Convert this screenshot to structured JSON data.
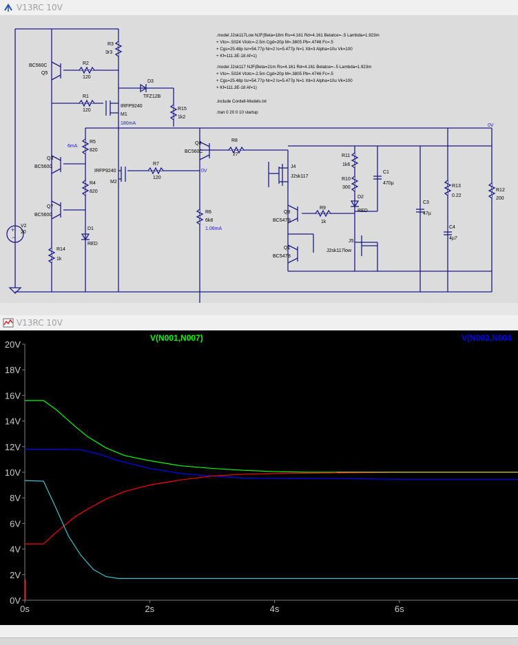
{
  "schematic_window": {
    "title": "V13RC 10V"
  },
  "plot_window": {
    "title": "V13RC 10V"
  },
  "schematic": {
    "spice_models": [
      ".model J2sk117Low NJF(Beta=18m Rs=4.161 Rd=4.161 Betatce=-.5 Lambda=1.923m",
      "+ Vto=-.5024 Vtotc=-2.5m Cgd=20p M=.3805 Pb=.4746 Fc=.5",
      "+ Cgs=25.48p Isr=54.77p Nr=2 Is=5.477p N=1 Xti=3 Alpha=10u Vk=100",
      "+ Kf=111.3E-18 Af=1)",
      ".model J2sk117 NJF(Beta=21m Rs=4.161 Rd=4.161 Betatce=-.5 Lambda=1.923m",
      "+ Vto=-.5024 Vtotc=-2.5m Cgd=20p M=.3805 Pb=.4746 Fc=.5",
      "+ Cgs=25.48p Isr=54.77p Nr=2 Is=5.477p N=1 Xti=3 Alpha=10u Vk=100",
      "+ Kf=111.3E-18 Af=1)"
    ],
    "include_directive": ".include Cordell-Models.txt",
    "tran_directive": ".tran 0 20 0 10 startup",
    "components": {
      "R3": {
        "name": "R3",
        "value": "3r3"
      },
      "Q5": {
        "name": "Q5",
        "value": "BC560C"
      },
      "R2": {
        "name": "R2",
        "value": "120"
      },
      "D3": {
        "name": "D3",
        "value": "TFZ12B"
      },
      "R1": {
        "name": "R1",
        "value": "120"
      },
      "M1": {
        "name": "M1",
        "value": "IRFP9240"
      },
      "R15": {
        "name": "R15",
        "value": "1k2"
      },
      "Q3": {
        "name": "Q3",
        "value": "BC560C"
      },
      "R5": {
        "name": "R5",
        "value": "820"
      },
      "R4": {
        "name": "R4",
        "value": "820"
      },
      "Q7": {
        "name": "Q7",
        "value": "BC560C"
      },
      "D1": {
        "name": "D1",
        "value": "RED"
      },
      "R14": {
        "name": "R14",
        "value": "1k"
      },
      "V2": {
        "name": "V2",
        "value": "20"
      },
      "M2": {
        "name": "M2",
        "value": "IRFP9240"
      },
      "R7": {
        "name": "R7",
        "value": "120"
      },
      "Q8": {
        "name": "Q8",
        "value": "BC560C"
      },
      "R8": {
        "name": "R8",
        "value": "27"
      },
      "R6": {
        "name": "R6",
        "value": "6k8"
      },
      "J4": {
        "name": "J4",
        "value": "J2sk117"
      },
      "R11": {
        "name": "R11",
        "value": "1k6"
      },
      "R10": {
        "name": "R10",
        "value": "300"
      },
      "C1": {
        "name": "C1",
        "value": "470µ"
      },
      "D2": {
        "name": "D2",
        "value": "RED"
      },
      "Q9": {
        "name": "Q9",
        "value": "BC547B"
      },
      "R9": {
        "name": "R9",
        "value": "1k"
      },
      "Q1": {
        "name": "Q1",
        "value": "BC547B"
      },
      "J5": {
        "name": "J5",
        "value": "J2sk117low"
      },
      "C3": {
        "name": "C3",
        "value": "47µ"
      },
      "R13": {
        "name": "R13",
        "value": "0.22"
      },
      "C4": {
        "name": "C4",
        "value": "4µ7"
      },
      "R12": {
        "name": "R12",
        "value": "200"
      }
    },
    "annotations": {
      "m1_current": "180mA",
      "q3_current": "6mA",
      "r6_current": "1.06mA",
      "out_voltage": "0V",
      "m2_voltage": "0V"
    }
  },
  "plot": {
    "trace_labels": [
      "V(N001,N007)",
      "V(N003,N004"
    ],
    "colors": {
      "background": "#000000",
      "axis": "#808080",
      "tick_text": "#cccccc",
      "green": "#00ff00",
      "blue": "#0000ff",
      "red": "#ff0000",
      "cyan": "#40c0d0",
      "olive": "#c0c020"
    },
    "y_ticks": [
      "20V",
      "18V",
      "16V",
      "14V",
      "12V",
      "10V",
      "8V",
      "6V",
      "4V",
      "2V",
      "0V"
    ],
    "x_ticks": [
      "0s",
      "2s",
      "4s",
      "6s"
    ]
  },
  "chart_data": {
    "type": "line",
    "xlabel": "",
    "ylabel": "",
    "xlim": [
      0,
      7.9
    ],
    "ylim": [
      0,
      20
    ],
    "x_tick_values": [
      0,
      2,
      4,
      6
    ],
    "y_tick_values": [
      0,
      2,
      4,
      6,
      8,
      10,
      12,
      14,
      16,
      18,
      20
    ],
    "series": [
      {
        "name": "V(N001,N007)",
        "color": "#00ff00",
        "x": [
          0,
          0.3,
          0.5,
          0.8,
          1.0,
          1.3,
          1.6,
          2.0,
          2.5,
          3.0,
          3.5,
          4.0,
          4.5,
          5.0,
          6.0,
          7.9
        ],
        "y": [
          15.6,
          15.6,
          14.9,
          13.6,
          12.8,
          11.9,
          11.3,
          10.9,
          10.5,
          10.3,
          10.15,
          10.05,
          10.0,
          10.0,
          10.0,
          10.0
        ]
      },
      {
        "name": "V(N003,N004",
        "color": "#0000ff",
        "x": [
          0,
          0.5,
          0.9,
          1.2,
          1.5,
          2.0,
          2.5,
          3.0,
          3.5,
          4.0,
          5.0,
          6.0,
          7.9
        ],
        "y": [
          11.8,
          11.8,
          11.75,
          11.4,
          10.9,
          10.3,
          9.9,
          9.7,
          9.55,
          9.5,
          9.5,
          9.45,
          9.45
        ]
      },
      {
        "color": "#ff0000",
        "x": [
          0,
          0.3,
          0.5,
          0.8,
          1.0,
          1.3,
          1.6,
          2.0,
          2.5,
          3.0,
          3.5,
          4.0,
          5.0,
          6.0,
          7.9
        ],
        "y": [
          4.4,
          4.4,
          5.3,
          6.5,
          7.1,
          7.9,
          8.5,
          9.0,
          9.4,
          9.7,
          9.85,
          9.9,
          9.95,
          10.0,
          10.0
        ]
      },
      {
        "color": "#40c0d0",
        "x": [
          0,
          0.3,
          0.5,
          0.7,
          0.9,
          1.1,
          1.3,
          1.5,
          2.0,
          3.0,
          5.0,
          7.9
        ],
        "y": [
          9.35,
          9.3,
          7.2,
          5.0,
          3.5,
          2.4,
          1.85,
          1.7,
          1.7,
          1.7,
          1.7,
          1.7
        ]
      },
      {
        "color": "#c0c020",
        "x": [
          5.0,
          6.0,
          7.9
        ],
        "y": [
          10.0,
          10.0,
          10.0
        ]
      }
    ]
  }
}
